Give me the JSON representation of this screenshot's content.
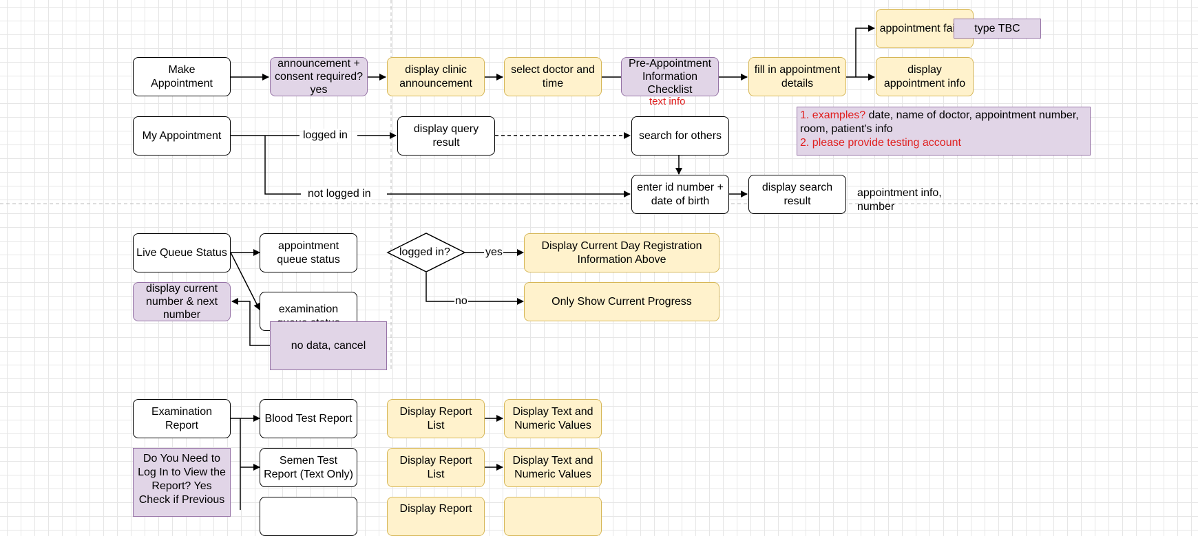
{
  "make_appointment_flow": {
    "make_appointment": "Make Appointment",
    "announcement_consent": "announcement + consent required? yes",
    "display_clinic_announcement": "display clinic announcement",
    "select_doctor_time": "select doctor and time",
    "pre_appointment_checklist": "Pre-Appointment Information Checklist",
    "text_info": "text info",
    "fill_in_details": "fill in appointment details",
    "appointment_failed": "appointment failed",
    "type_tbc": "type TBC",
    "display_appointment_info": "display appointment info",
    "note_line1_red": "1. examples?",
    "note_line1_black": " date, name of doctor, appointment number, room, patient's info",
    "note_line2_red": "2. please provide testing account"
  },
  "my_appointment_flow": {
    "my_appointment": "My Appointment",
    "logged_in": "logged in",
    "display_query_result": "display query result",
    "search_for_others": "search for others",
    "not_logged_in": "not logged in",
    "enter_id_dob": "enter id number + date of birth",
    "display_search_result": "display search result",
    "result_note": "appointment info, number"
  },
  "live_queue_flow": {
    "live_queue_status": "Live Queue Status",
    "appointment_queue_status": "appointment queue status",
    "display_current_next": "display current number & next number",
    "examination_queue_status": "examination queue status",
    "no_data_cancel": "no data, cancel",
    "logged_in_q": "logged in?",
    "yes": "yes",
    "no": "no",
    "display_current_day": "Display Current Day Registration Information Above",
    "only_show_progress": "Only Show Current Progress"
  },
  "examination_report_flow": {
    "examination_report": "Examination Report",
    "blood_test_report": "Blood Test Report",
    "semen_test_report": "Semen Test Report (Text Only)",
    "login_question": "Do You Need to Log In to View the Report? Yes Check if Previous",
    "display_report_list_1": "Display Report List",
    "display_text_numeric_1": "Display Text and Numeric Values",
    "display_report_list_2": "Display Report List",
    "display_text_numeric_2": "Display Text and Numeric Values",
    "display_report_3": "Display Report"
  }
}
